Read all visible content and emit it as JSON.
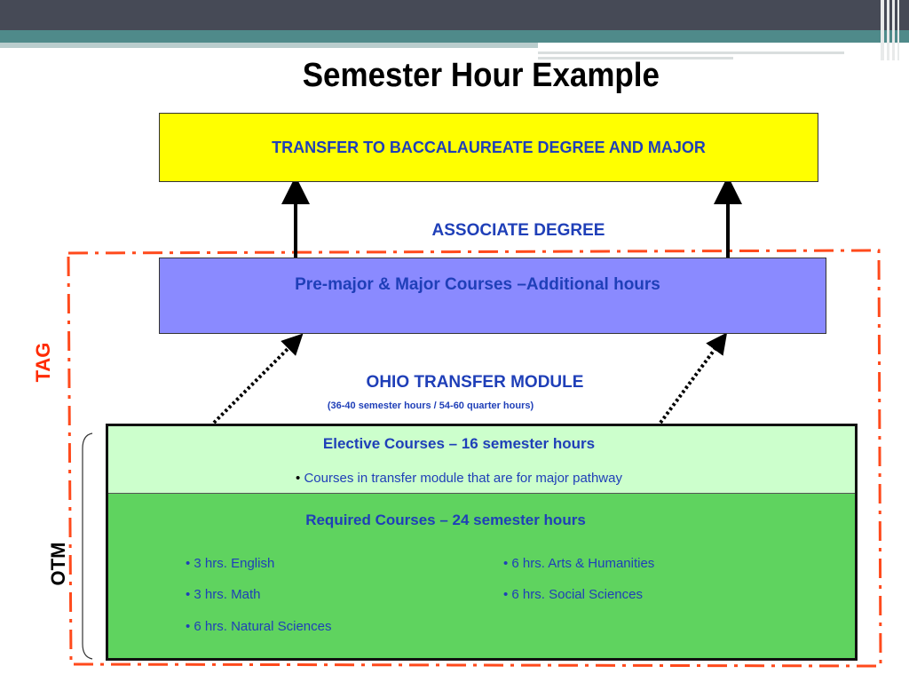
{
  "title": "Semester Hour Example",
  "transfer": {
    "label": "TRANSFER TO BACCALAUREATE DEGREE AND MAJOR"
  },
  "associate": {
    "label": "ASSOCIATE DEGREE"
  },
  "premajor": {
    "label": "Pre-major & Major Courses –Additional hours"
  },
  "otm_module": {
    "title": "OHIO TRANSFER MODULE",
    "subtitle": "(36-40 semester hours / 54-60 quarter hours)"
  },
  "elective": {
    "title": "Elective Courses – 16 semester hours",
    "bullet": "•",
    "note": "Courses in transfer module that are for major pathway"
  },
  "required": {
    "title": "Required Courses – 24 semester hours",
    "left_items": [
      "• 3 hrs. English",
      "• 3 hrs. Math",
      "• 6 hrs. Natural  Sciences"
    ],
    "right_items": [
      "• 6 hrs. Arts & Humanities",
      "• 6 hrs. Social Sciences"
    ]
  },
  "side_labels": {
    "tag": "TAG",
    "otm": "OTM"
  },
  "colors": {
    "transfer_box": "#ffff00",
    "premajor_box": "#8a8aff",
    "elective_box": "#ccffcc",
    "required_box": "#5fd35f",
    "text_blue": "#1f3fb8",
    "tag_red": "#ff2a00",
    "dash_border": "#ff4a1c"
  }
}
